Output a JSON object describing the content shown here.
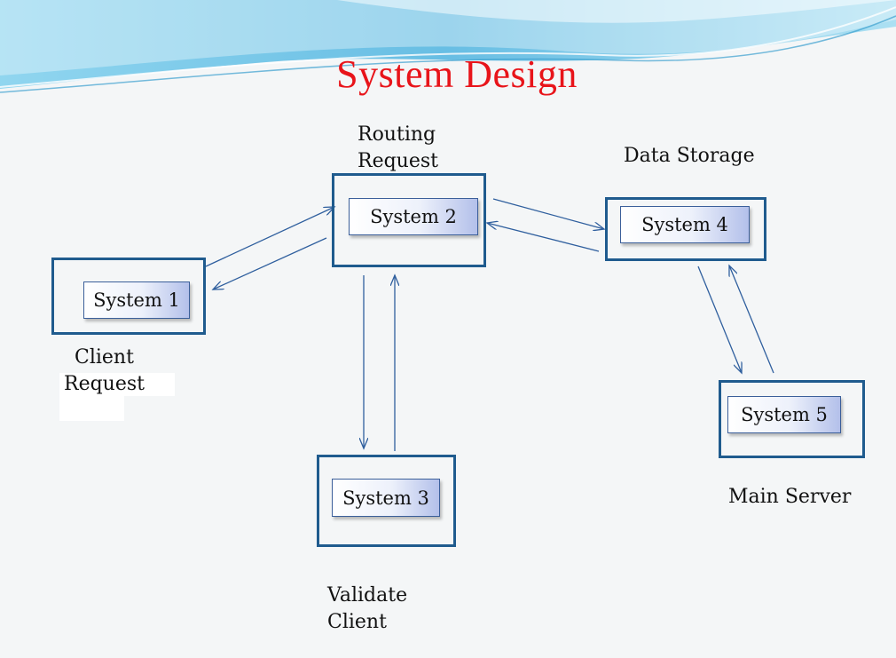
{
  "title": "System Design",
  "nodes": {
    "system1": {
      "label": "System 1"
    },
    "system2": {
      "label": "System 2"
    },
    "system3": {
      "label": "System 3"
    },
    "system4": {
      "label": "System 4"
    },
    "system5": {
      "label": "System 5"
    }
  },
  "annotations": {
    "routing": [
      "Routing",
      "Request"
    ],
    "data_storage": "Data Storage",
    "client": [
      "Client",
      "Request"
    ],
    "validate": [
      "Validate",
      "Client"
    ],
    "main_server": "Main Server"
  },
  "connections": [
    {
      "from": "System 1",
      "to": "System 2"
    },
    {
      "from": "System 2",
      "to": "System 1"
    },
    {
      "from": "System 2",
      "to": "System 4"
    },
    {
      "from": "System 4",
      "to": "System 2"
    },
    {
      "from": "System 2",
      "to": "System 3"
    },
    {
      "from": "System 3",
      "to": "System 2"
    },
    {
      "from": "System 4",
      "to": "System 5"
    },
    {
      "from": "System 5",
      "to": "System 4"
    }
  ],
  "colors": {
    "title": "#e8141a",
    "box_border": "#1f5b8e",
    "arrow": "#2f5f9e",
    "wave": "#7cc6e6"
  }
}
